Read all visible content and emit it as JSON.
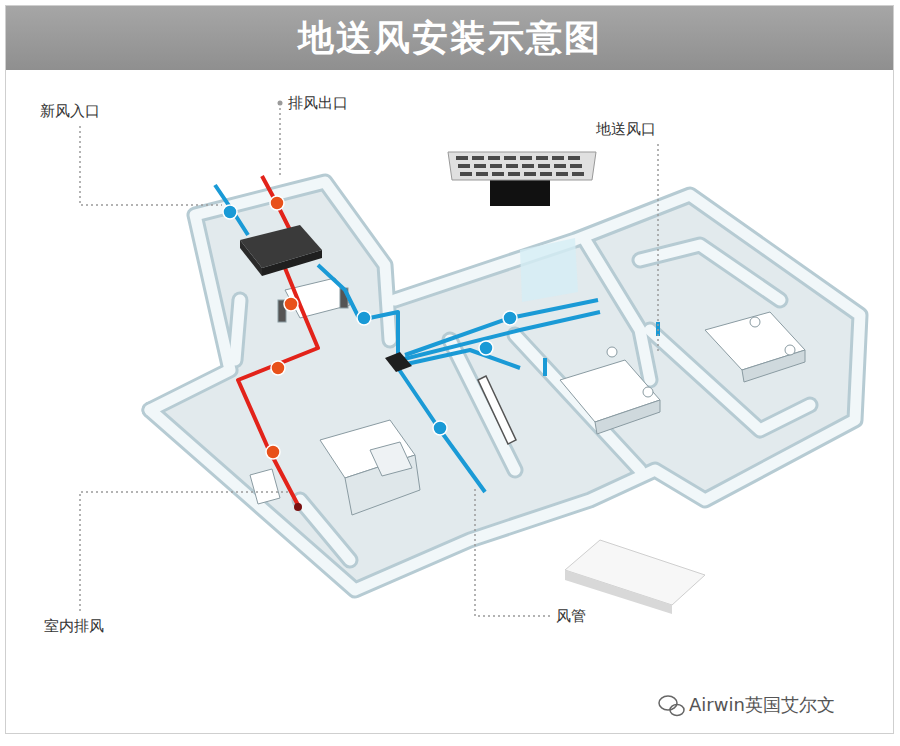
{
  "diagram": {
    "title": "地送风安装示意图",
    "labels": [
      "新风入口",
      "排风出口",
      "地送风口",
      "室内排风",
      "风管",
      "Airwin英国艾尔文"
    ]
  }
}
